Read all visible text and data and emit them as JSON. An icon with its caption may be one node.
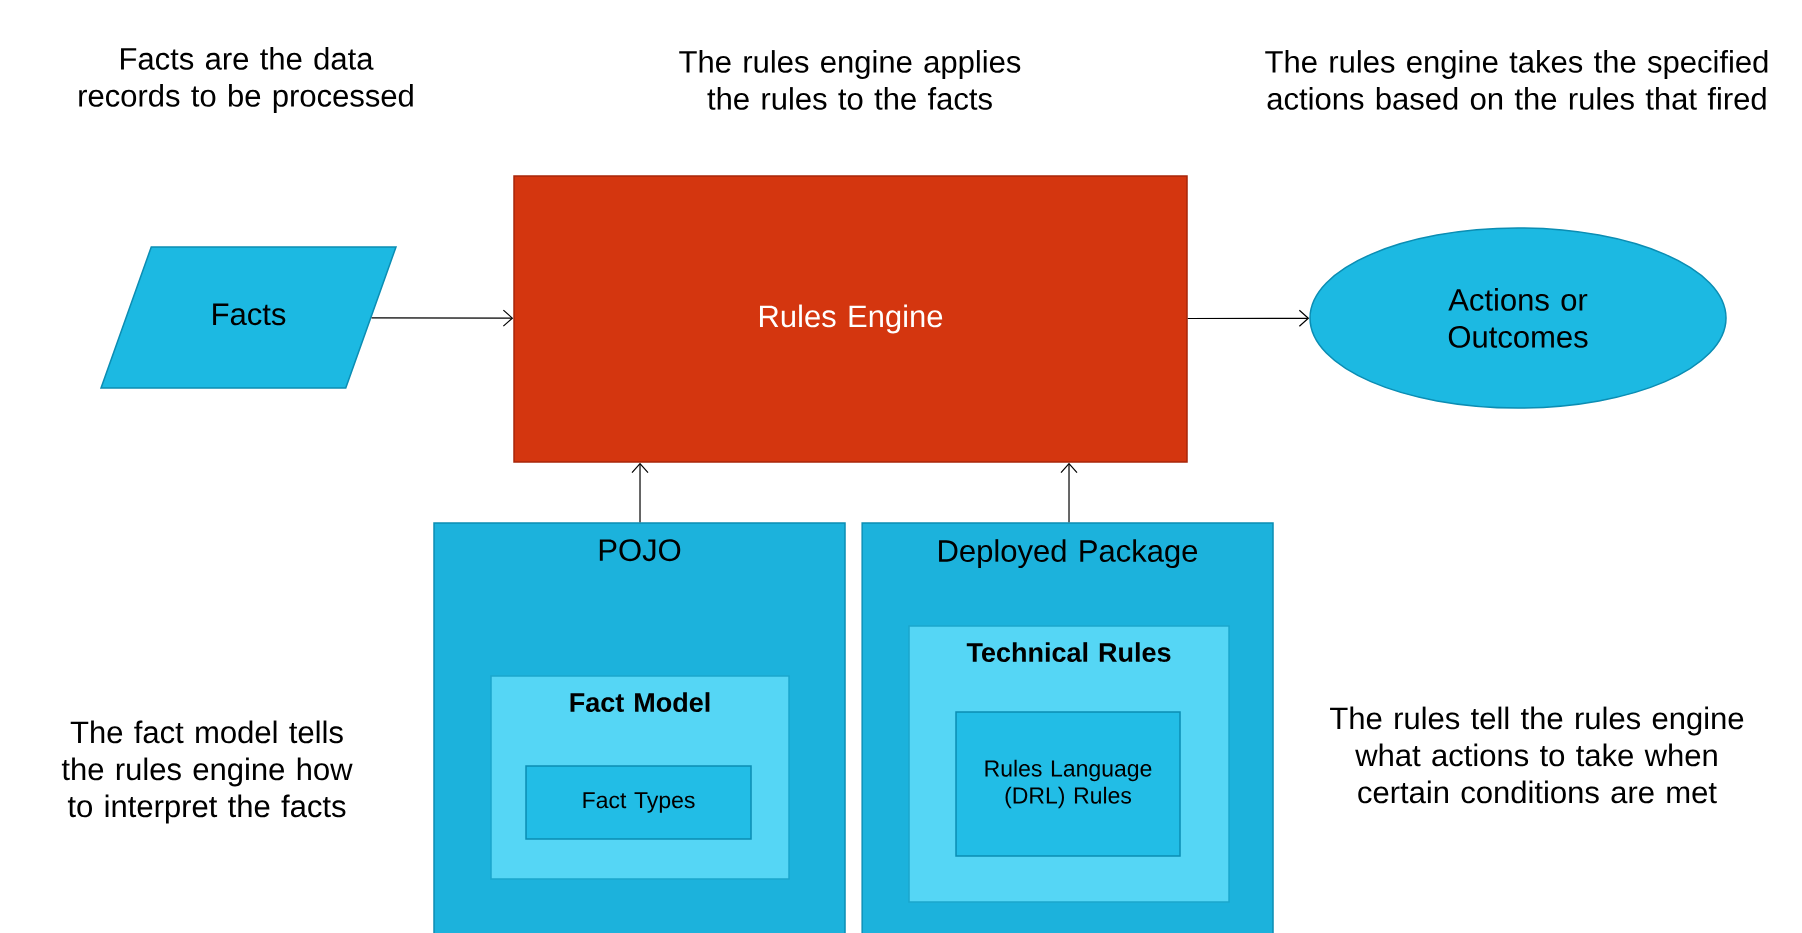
{
  "diagram": {
    "nodes": [
      {
        "text": [
          "Facts"
        ]
      },
      {
        "text": [
          "Rules Engine"
        ]
      },
      {
        "text": [
          "Actions or Outcomes"
        ]
      },
      {
        "text": [
          "POJO"
        ]
      },
      {
        "text": [
          "Fact Model"
        ],
        "in": 3
      },
      {
        "text": [
          "Fact Types"
        ],
        "in": 4
      },
      {
        "text": [
          "Deployed Package"
        ]
      },
      {
        "text": [
          "Technical Rules"
        ],
        "in": 6
      },
      {
        "text": [
          "Rules Language (DRL) Rules"
        ],
        "in": 7
      }
    ],
    "edges": [
      {
        "from": 0,
        "to": 1,
        "arrow": "to"
      },
      {
        "from": 1,
        "to": 2,
        "arrow": "to"
      },
      {
        "from": 3,
        "to": 1,
        "arrow": "to"
      },
      {
        "from": 6,
        "to": 1,
        "arrow": "to"
      }
    ],
    "labels": [
      "Facts are the data records to be processed",
      "The rules engine applies the rules to the facts",
      "The rules engine takes the specified actions based on the rules that fired",
      "The fact model tells the rules engine how to interpret the facts",
      "The rules tell the rules engine what actions to take when certain conditions are met"
    ]
  }
}
